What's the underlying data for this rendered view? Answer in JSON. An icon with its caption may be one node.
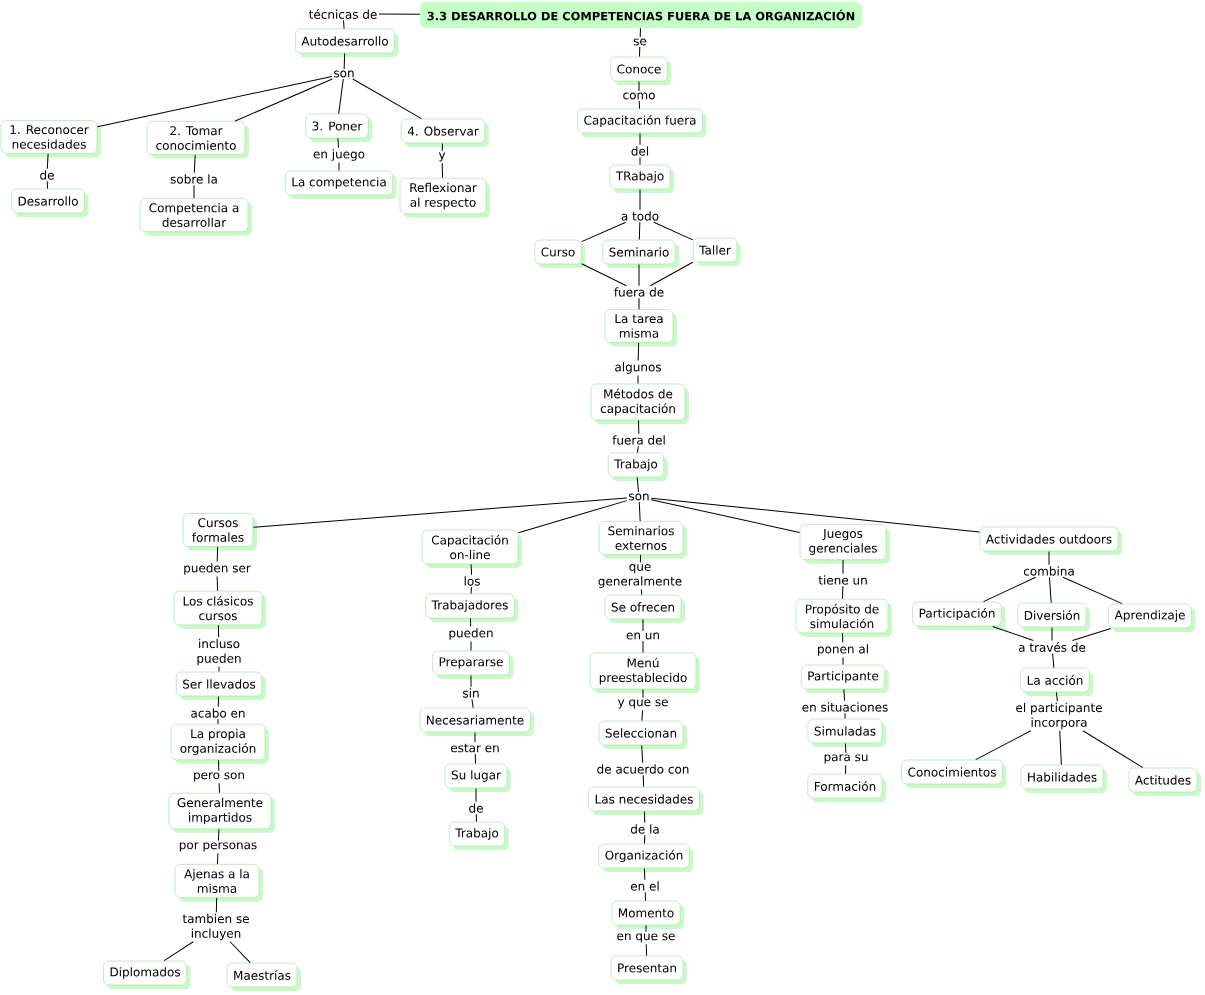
{
  "diagram": {
    "nodes": [
      {
        "text": [
          "3.3 DESARROLLO DE COMPETENCIAS FUERA DE LA ORGANIZACIÓN"
        ]
      },
      {
        "text": [
          "técnicas de"
        ]
      },
      {
        "text": [
          "Autodesarrollo"
        ]
      },
      {
        "text": [
          "son"
        ]
      },
      {
        "text": [
          "1. Reconocer necesidades"
        ]
      },
      {
        "text": [
          "2. Tomar conocimiento"
        ]
      },
      {
        "text": [
          "3. Poner"
        ]
      },
      {
        "text": [
          "4. Observar"
        ]
      },
      {
        "text": [
          "de"
        ]
      },
      {
        "text": [
          "Desarrollo"
        ]
      },
      {
        "text": [
          "sobre la"
        ]
      },
      {
        "text": [
          "Competencia a desarrollar"
        ]
      },
      {
        "text": [
          "en juego"
        ]
      },
      {
        "text": [
          "La competencia"
        ]
      },
      {
        "text": [
          "y"
        ]
      },
      {
        "text": [
          "Reflexionar al respecto"
        ]
      },
      {
        "text": [
          "se"
        ]
      },
      {
        "text": [
          "Conoce"
        ]
      },
      {
        "text": [
          "como"
        ]
      },
      {
        "text": [
          "Capacitación fuera"
        ]
      },
      {
        "text": [
          "del"
        ]
      },
      {
        "text": [
          "TRabajo"
        ]
      },
      {
        "text": [
          "a todo"
        ]
      },
      {
        "text": [
          "Curso"
        ]
      },
      {
        "text": [
          "Seminario"
        ]
      },
      {
        "text": [
          "Taller"
        ]
      },
      {
        "text": [
          "fuera de"
        ]
      },
      {
        "text": [
          "La tarea misma"
        ]
      },
      {
        "text": [
          "algunos"
        ]
      },
      {
        "text": [
          "Métodos de capacitación"
        ]
      },
      {
        "text": [
          "fuera del"
        ]
      },
      {
        "text": [
          "Trabajo"
        ]
      },
      {
        "text": [
          "son"
        ]
      },
      {
        "text": [
          "Cursos formales"
        ]
      },
      {
        "text": [
          "Capacitación on-line"
        ]
      },
      {
        "text": [
          "Seminarios externos"
        ]
      },
      {
        "text": [
          "Juegos gerenciales"
        ]
      },
      {
        "text": [
          "Actividades outdoors"
        ]
      },
      {
        "text": [
          "pueden ser"
        ]
      },
      {
        "text": [
          "Los clásicos cursos"
        ]
      },
      {
        "text": [
          "incluso pueden"
        ]
      },
      {
        "text": [
          "Ser llevados"
        ]
      },
      {
        "text": [
          "acabo en"
        ]
      },
      {
        "text": [
          "La propia organización"
        ]
      },
      {
        "text": [
          "pero son"
        ]
      },
      {
        "text": [
          "Generalmente impartidos"
        ]
      },
      {
        "text": [
          "por personas"
        ]
      },
      {
        "text": [
          "Ajenas a la misma"
        ]
      },
      {
        "text": [
          "tambien se incluyen"
        ]
      },
      {
        "text": [
          "Diplomados"
        ]
      },
      {
        "text": [
          "Maestrías"
        ]
      },
      {
        "text": [
          "los"
        ]
      },
      {
        "text": [
          "Trabajadores"
        ]
      },
      {
        "text": [
          "pueden"
        ]
      },
      {
        "text": [
          "Prepararse"
        ]
      },
      {
        "text": [
          "sin"
        ]
      },
      {
        "text": [
          "Necesariamente"
        ]
      },
      {
        "text": [
          "estar en"
        ]
      },
      {
        "text": [
          "Su lugar"
        ]
      },
      {
        "text": [
          "de"
        ]
      },
      {
        "text": [
          "Trabajo"
        ]
      },
      {
        "text": [
          "que generalmente"
        ]
      },
      {
        "text": [
          "Se ofrecen"
        ]
      },
      {
        "text": [
          "en un"
        ]
      },
      {
        "text": [
          "Menú preestablecido"
        ]
      },
      {
        "text": [
          "y que se"
        ]
      },
      {
        "text": [
          "Seleccionan"
        ]
      },
      {
        "text": [
          "de acuerdo con"
        ]
      },
      {
        "text": [
          "Las necesidades"
        ]
      },
      {
        "text": [
          "de la"
        ]
      },
      {
        "text": [
          "Organización"
        ]
      },
      {
        "text": [
          "en el"
        ]
      },
      {
        "text": [
          "Momento"
        ]
      },
      {
        "text": [
          "en que se"
        ]
      },
      {
        "text": [
          "Presentan"
        ]
      },
      {
        "text": [
          "tiene un"
        ]
      },
      {
        "text": [
          "Propósito de simulación"
        ]
      },
      {
        "text": [
          "ponen al"
        ]
      },
      {
        "text": [
          "Participante"
        ]
      },
      {
        "text": [
          "en situaciones"
        ]
      },
      {
        "text": [
          "Simuladas"
        ]
      },
      {
        "text": [
          "para su"
        ]
      },
      {
        "text": [
          "Formación"
        ]
      },
      {
        "text": [
          "combina"
        ]
      },
      {
        "text": [
          "Participación"
        ]
      },
      {
        "text": [
          "Diversión"
        ]
      },
      {
        "text": [
          "Aprendizaje"
        ]
      },
      {
        "text": [
          "a través de"
        ]
      },
      {
        "text": [
          "La acción"
        ]
      },
      {
        "text": [
          "el participante incorpora"
        ]
      },
      {
        "text": [
          "Conocimientos"
        ]
      },
      {
        "text": [
          "Habilidades"
        ]
      },
      {
        "text": [
          "Actitudes"
        ]
      }
    ],
    "edges": [
      {
        "from": 0,
        "to": 1,
        "arrow": "none"
      },
      {
        "from": 1,
        "to": 2,
        "arrow": "none"
      },
      {
        "from": 2,
        "to": 3,
        "arrow": "none"
      },
      {
        "from": 3,
        "to": 4,
        "arrow": "none"
      },
      {
        "from": 3,
        "to": 5,
        "arrow": "none"
      },
      {
        "from": 3,
        "to": 6,
        "arrow": "none"
      },
      {
        "from": 3,
        "to": 7,
        "arrow": "none"
      },
      {
        "from": 4,
        "to": 8,
        "arrow": "none"
      },
      {
        "from": 8,
        "to": 9,
        "arrow": "none"
      },
      {
        "from": 5,
        "to": 10,
        "arrow": "none"
      },
      {
        "from": 10,
        "to": 11,
        "arrow": "none"
      },
      {
        "from": 6,
        "to": 12,
        "arrow": "none"
      },
      {
        "from": 12,
        "to": 13,
        "arrow": "none"
      },
      {
        "from": 7,
        "to": 14,
        "arrow": "none"
      },
      {
        "from": 14,
        "to": 15,
        "arrow": "none"
      },
      {
        "from": 0,
        "to": 16,
        "arrow": "none"
      },
      {
        "from": 16,
        "to": 17,
        "arrow": "none"
      },
      {
        "from": 17,
        "to": 18,
        "arrow": "none"
      },
      {
        "from": 18,
        "to": 19,
        "arrow": "none"
      },
      {
        "from": 19,
        "to": 20,
        "arrow": "none"
      },
      {
        "from": 20,
        "to": 21,
        "arrow": "none"
      },
      {
        "from": 21,
        "to": 22,
        "arrow": "none"
      },
      {
        "from": 22,
        "to": 23,
        "arrow": "none"
      },
      {
        "from": 22,
        "to": 24,
        "arrow": "none"
      },
      {
        "from": 22,
        "to": 25,
        "arrow": "none"
      },
      {
        "from": 23,
        "to": 26,
        "arrow": "none"
      },
      {
        "from": 24,
        "to": 26,
        "arrow": "none"
      },
      {
        "from": 25,
        "to": 26,
        "arrow": "none"
      },
      {
        "from": 26,
        "to": 27,
        "arrow": "none"
      },
      {
        "from": 27,
        "to": 28,
        "arrow": "none"
      },
      {
        "from": 28,
        "to": 29,
        "arrow": "none"
      },
      {
        "from": 29,
        "to": 30,
        "arrow": "none"
      },
      {
        "from": 30,
        "to": 31,
        "arrow": "none"
      },
      {
        "from": 31,
        "to": 32,
        "arrow": "none"
      },
      {
        "from": 32,
        "to": 33,
        "arrow": "none"
      },
      {
        "from": 32,
        "to": 34,
        "arrow": "none"
      },
      {
        "from": 32,
        "to": 35,
        "arrow": "none"
      },
      {
        "from": 32,
        "to": 36,
        "arrow": "none"
      },
      {
        "from": 32,
        "to": 37,
        "arrow": "none"
      },
      {
        "from": 33,
        "to": 38,
        "arrow": "none"
      },
      {
        "from": 38,
        "to": 39,
        "arrow": "none"
      },
      {
        "from": 39,
        "to": 40,
        "arrow": "none"
      },
      {
        "from": 40,
        "to": 41,
        "arrow": "none"
      },
      {
        "from": 41,
        "to": 42,
        "arrow": "none"
      },
      {
        "from": 42,
        "to": 43,
        "arrow": "none"
      },
      {
        "from": 43,
        "to": 44,
        "arrow": "none"
      },
      {
        "from": 44,
        "to": 45,
        "arrow": "none"
      },
      {
        "from": 45,
        "to": 46,
        "arrow": "none"
      },
      {
        "from": 46,
        "to": 47,
        "arrow": "none"
      },
      {
        "from": 47,
        "to": 48,
        "arrow": "none"
      },
      {
        "from": 48,
        "to": 49,
        "arrow": "none"
      },
      {
        "from": 48,
        "to": 50,
        "arrow": "none"
      },
      {
        "from": 34,
        "to": 51,
        "arrow": "none"
      },
      {
        "from": 51,
        "to": 52,
        "arrow": "none"
      },
      {
        "from": 52,
        "to": 53,
        "arrow": "none"
      },
      {
        "from": 53,
        "to": 54,
        "arrow": "none"
      },
      {
        "from": 54,
        "to": 55,
        "arrow": "none"
      },
      {
        "from": 55,
        "to": 56,
        "arrow": "none"
      },
      {
        "from": 56,
        "to": 57,
        "arrow": "none"
      },
      {
        "from": 57,
        "to": 58,
        "arrow": "none"
      },
      {
        "from": 58,
        "to": 59,
        "arrow": "none"
      },
      {
        "from": 59,
        "to": 60,
        "arrow": "none"
      },
      {
        "from": 35,
        "to": 61,
        "arrow": "none"
      },
      {
        "from": 61,
        "to": 62,
        "arrow": "none"
      },
      {
        "from": 62,
        "to": 63,
        "arrow": "none"
      },
      {
        "from": 63,
        "to": 64,
        "arrow": "none"
      },
      {
        "from": 64,
        "to": 65,
        "arrow": "none"
      },
      {
        "from": 65,
        "to": 66,
        "arrow": "none"
      },
      {
        "from": 66,
        "to": 67,
        "arrow": "none"
      },
      {
        "from": 67,
        "to": 68,
        "arrow": "none"
      },
      {
        "from": 68,
        "to": 69,
        "arrow": "none"
      },
      {
        "from": 69,
        "to": 70,
        "arrow": "none"
      },
      {
        "from": 70,
        "to": 71,
        "arrow": "none"
      },
      {
        "from": 71,
        "to": 72,
        "arrow": "none"
      },
      {
        "from": 72,
        "to": 73,
        "arrow": "none"
      },
      {
        "from": 73,
        "to": 74,
        "arrow": "none"
      },
      {
        "from": 36,
        "to": 75,
        "arrow": "none"
      },
      {
        "from": 75,
        "to": 76,
        "arrow": "none"
      },
      {
        "from": 76,
        "to": 77,
        "arrow": "none"
      },
      {
        "from": 77,
        "to": 78,
        "arrow": "none"
      },
      {
        "from": 78,
        "to": 79,
        "arrow": "none"
      },
      {
        "from": 79,
        "to": 80,
        "arrow": "none"
      },
      {
        "from": 80,
        "to": 81,
        "arrow": "none"
      },
      {
        "from": 81,
        "to": 82,
        "arrow": "none"
      },
      {
        "from": 37,
        "to": 83,
        "arrow": "none"
      },
      {
        "from": 83,
        "to": 84,
        "arrow": "none"
      },
      {
        "from": 83,
        "to": 85,
        "arrow": "none"
      },
      {
        "from": 83,
        "to": 86,
        "arrow": "none"
      },
      {
        "from": 84,
        "to": 87,
        "arrow": "none"
      },
      {
        "from": 85,
        "to": 87,
        "arrow": "none"
      },
      {
        "from": 86,
        "to": 87,
        "arrow": "none"
      },
      {
        "from": 87,
        "to": 88,
        "arrow": "none"
      },
      {
        "from": 88,
        "to": 89,
        "arrow": "none"
      },
      {
        "from": 89,
        "to": 90,
        "arrow": "none"
      },
      {
        "from": 89,
        "to": 91,
        "arrow": "none"
      },
      {
        "from": 89,
        "to": 92,
        "arrow": "none"
      }
    ]
  }
}
